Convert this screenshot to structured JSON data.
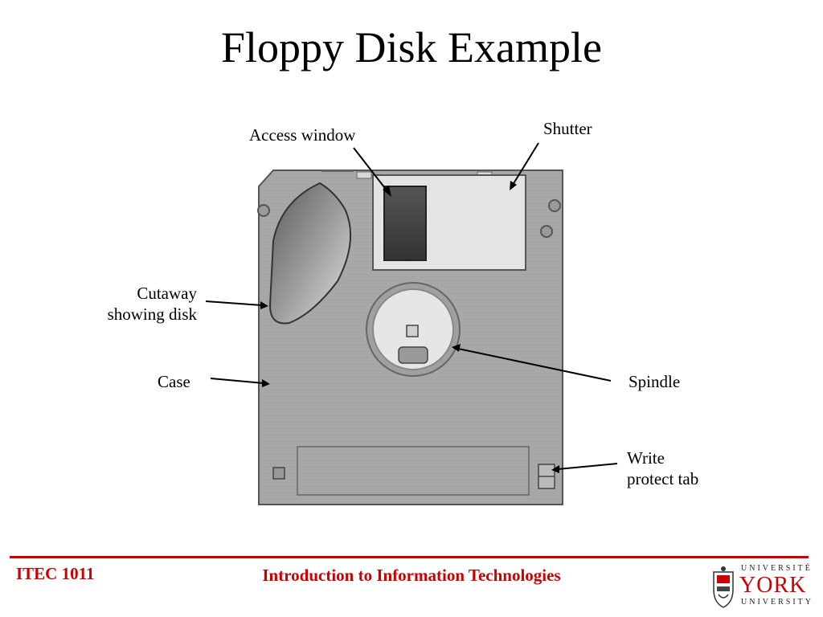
{
  "title": "Floppy Disk Example",
  "labels": {
    "access_window": "Access window",
    "shutter": "Shutter",
    "cutaway_line1": "Cutaway",
    "cutaway_line2": "showing disk",
    "case": "Case",
    "spindle": "Spindle",
    "write_protect_line1": "Write",
    "write_protect_line2": "protect tab"
  },
  "footer": {
    "course": "ITEC 1011",
    "subtitle": "Introduction to Information Technologies",
    "logo_top": "UNIVERSITÉ",
    "logo_main": "YORK",
    "logo_bottom": "UNIVERSITY"
  },
  "colors": {
    "accent": "#cc0000",
    "disk_case": "#a9a9a9",
    "shutter": "#e6e6e6"
  }
}
